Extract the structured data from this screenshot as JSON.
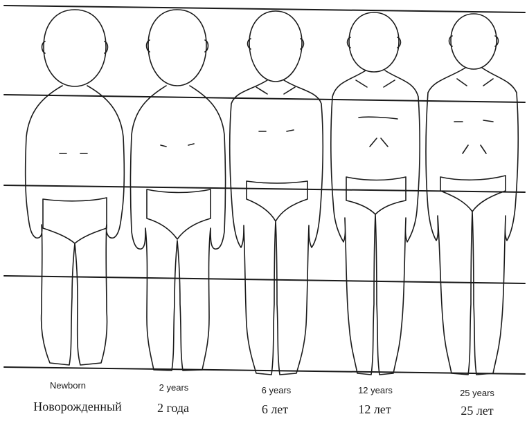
{
  "figure": {
    "stroke_color": "#1a1a1a",
    "stages": [
      {
        "label_en": "Newborn",
        "label_ru": "Новорожденный"
      },
      {
        "label_en": "2 years",
        "label_ru": "2 года"
      },
      {
        "label_en": "6 years",
        "label_ru": "6 лет"
      },
      {
        "label_en": "12 years",
        "label_ru": "12 лет"
      },
      {
        "label_en": "25 years",
        "label_ru": "25 лет"
      }
    ]
  }
}
